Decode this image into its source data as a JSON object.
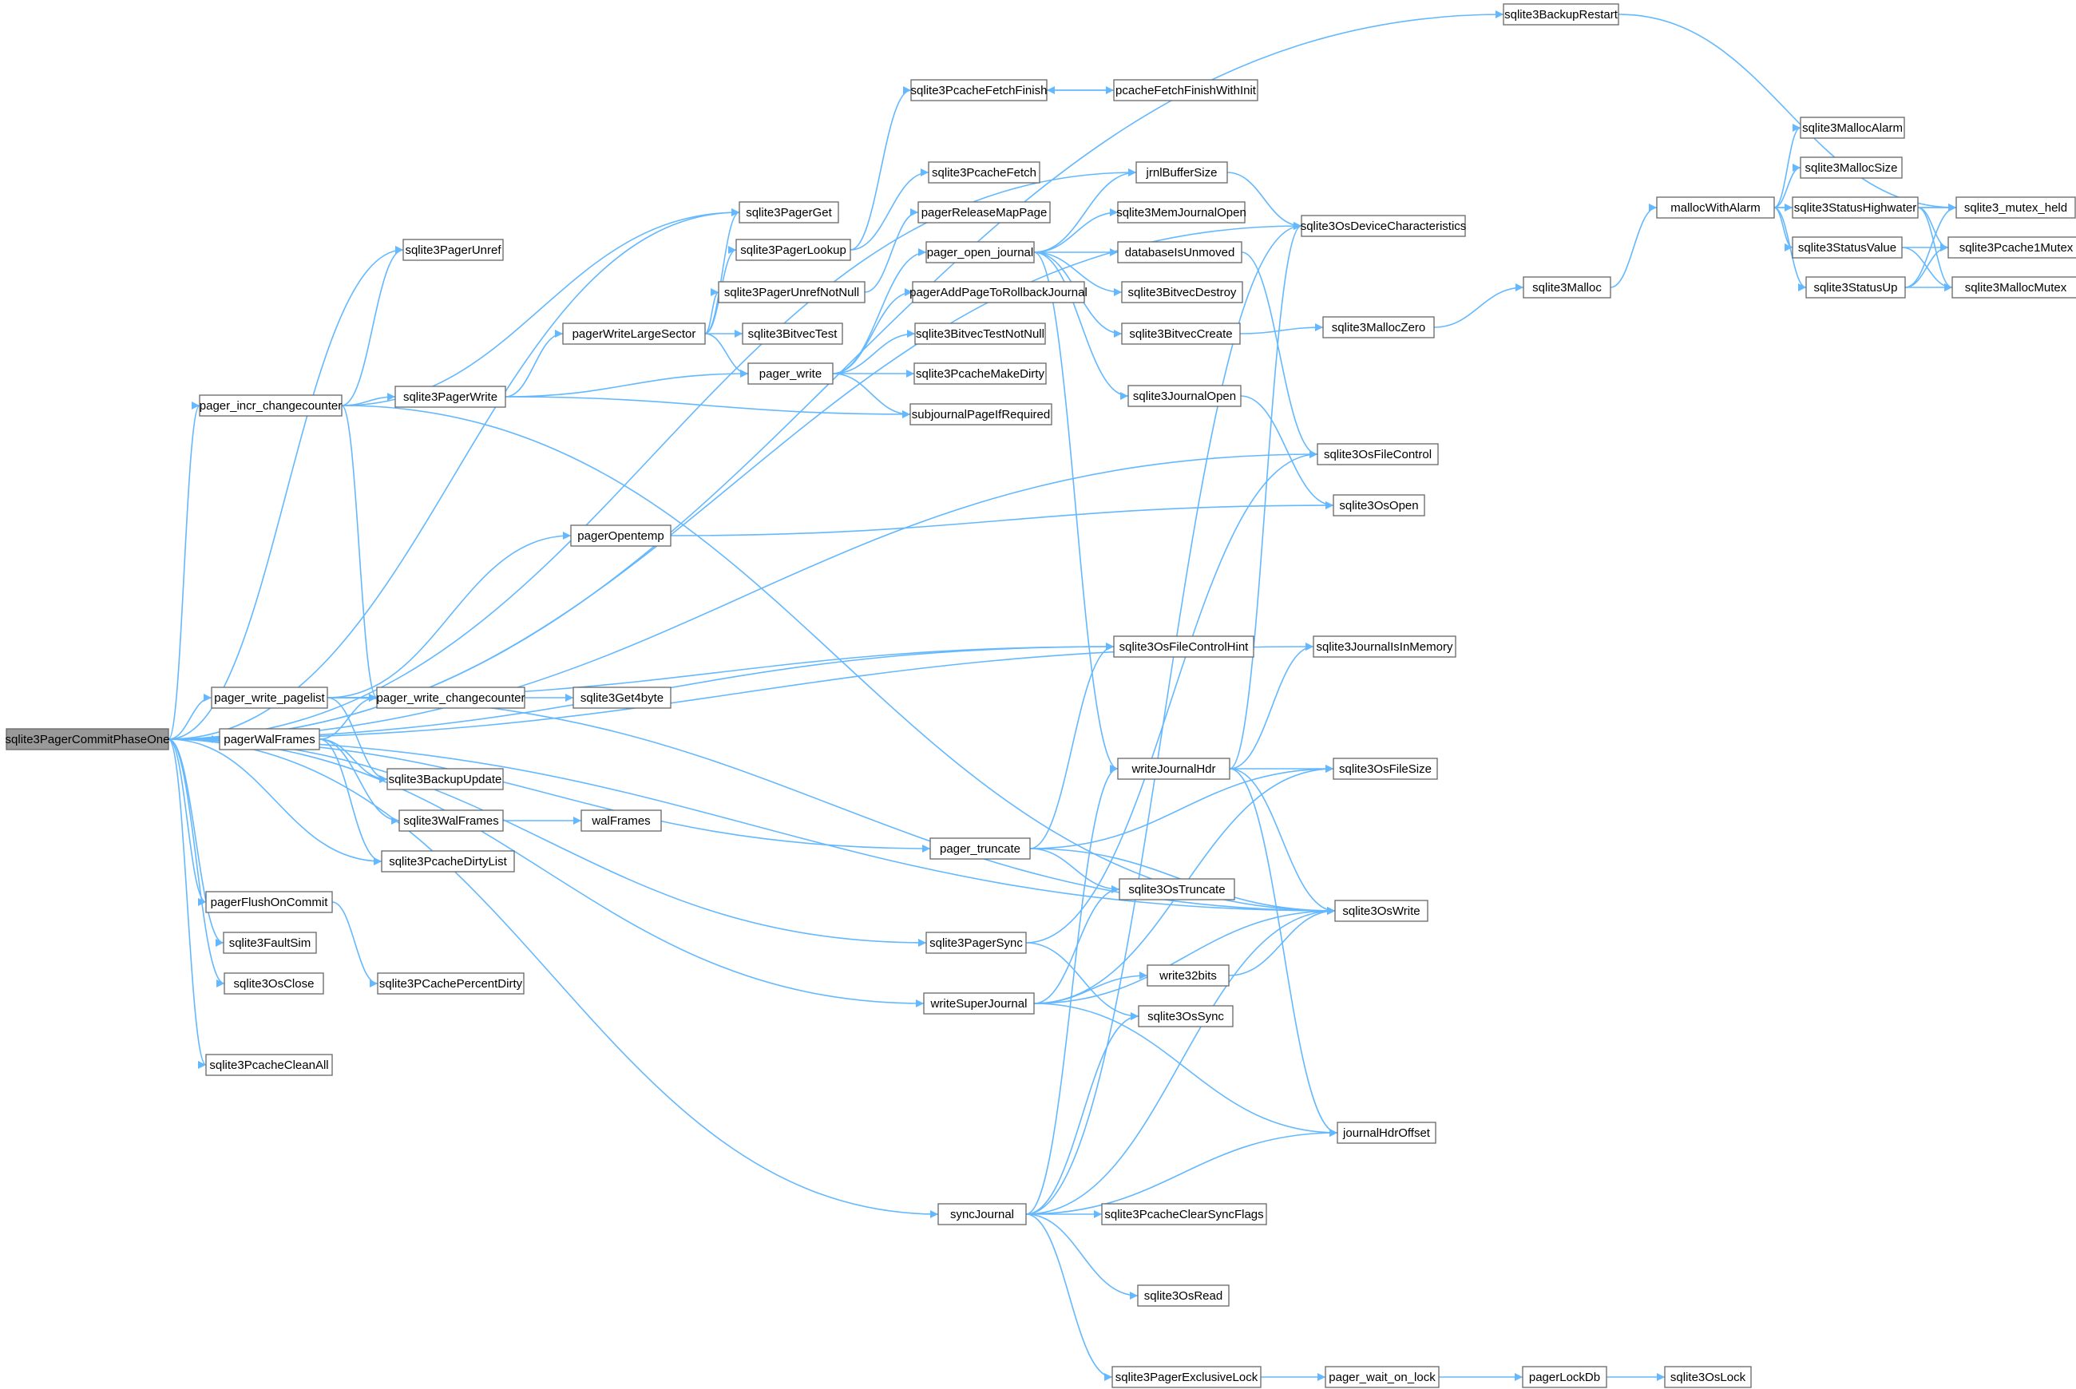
{
  "colors": {
    "edge": "#63B8FF",
    "node_border": "#666666",
    "root_fill": "#999999",
    "node_fill": "#ffffff"
  },
  "root": "sqlite3PagerCommitPhaseOne",
  "nodes": [
    {
      "id": "root",
      "label": "sqlite3PagerCommitPhaseOne"
    },
    {
      "id": "backupRestart",
      "label": "sqlite3BackupRestart"
    },
    {
      "id": "fetchFinish",
      "label": "sqlite3PcacheFetchFinish"
    },
    {
      "id": "fetchFinishInit",
      "label": "pcacheFetchFinishWithInit"
    },
    {
      "id": "jrnlBuf",
      "label": "jrnlBufferSize"
    },
    {
      "id": "pcacheFetch",
      "label": "sqlite3PcacheFetch"
    },
    {
      "id": "pagerGet",
      "label": "sqlite3PagerGet"
    },
    {
      "id": "releaseMap",
      "label": "pagerReleaseMapPage"
    },
    {
      "id": "osDevChar",
      "label": "sqlite3OsDeviceCharacteristics"
    },
    {
      "id": "pagerUnref",
      "label": "sqlite3PagerUnref"
    },
    {
      "id": "pagerLookup",
      "label": "sqlite3PagerLookup"
    },
    {
      "id": "openJournal",
      "label": "pager_open_journal"
    },
    {
      "id": "memJrnlOpen",
      "label": "sqlite3MemJournalOpen"
    },
    {
      "id": "dbUnmoved",
      "label": "databaseIsUnmoved"
    },
    {
      "id": "unrefNotNull",
      "label": "sqlite3PagerUnrefNotNull"
    },
    {
      "id": "addToRollback",
      "label": "pagerAddPageToRollbackJournal"
    },
    {
      "id": "bitvecDestroy",
      "label": "sqlite3BitvecDestroy"
    },
    {
      "id": "writeLarge",
      "label": "pagerWriteLargeSector"
    },
    {
      "id": "bitvecTest",
      "label": "sqlite3BitvecTest"
    },
    {
      "id": "bitvecTestNN",
      "label": "sqlite3BitvecTestNotNull"
    },
    {
      "id": "bitvecCreate",
      "label": "sqlite3BitvecCreate"
    },
    {
      "id": "mallocZero",
      "label": "sqlite3MallocZero"
    },
    {
      "id": "malloc",
      "label": "sqlite3Malloc"
    },
    {
      "id": "mallocWithAlarm",
      "label": "mallocWithAlarm"
    },
    {
      "id": "mallocAlarm",
      "label": "sqlite3MallocAlarm"
    },
    {
      "id": "mallocSize",
      "label": "sqlite3MallocSize"
    },
    {
      "id": "statusHW",
      "label": "sqlite3StatusHighwater"
    },
    {
      "id": "statusValue",
      "label": "sqlite3StatusValue"
    },
    {
      "id": "statusUp",
      "label": "sqlite3StatusUp"
    },
    {
      "id": "mutexHeld",
      "label": "sqlite3_mutex_held"
    },
    {
      "id": "pcache1Mutex",
      "label": "sqlite3Pcache1Mutex"
    },
    {
      "id": "mallocMutex",
      "label": "sqlite3MallocMutex"
    },
    {
      "id": "pagerWrite",
      "label": "pager_write"
    },
    {
      "id": "makeDirty",
      "label": "sqlite3PcacheMakeDirty"
    },
    {
      "id": "incrChange",
      "label": "pager_incr_changecounter"
    },
    {
      "id": "sqlPagerWrite",
      "label": "sqlite3PagerWrite"
    },
    {
      "id": "subjIfReq",
      "label": "subjournalPageIfRequired"
    },
    {
      "id": "jrnlOpen",
      "label": "sqlite3JournalOpen"
    },
    {
      "id": "fileControl",
      "label": "sqlite3OsFileControl"
    },
    {
      "id": "osOpen",
      "label": "sqlite3OsOpen"
    },
    {
      "id": "openTemp",
      "label": "pagerOpentemp"
    },
    {
      "id": "fcHint",
      "label": "sqlite3OsFileControlHint"
    },
    {
      "id": "jrnlInMem",
      "label": "sqlite3JournalIsInMemory"
    },
    {
      "id": "writePagelist",
      "label": "pager_write_pagelist"
    },
    {
      "id": "writeChange",
      "label": "pager_write_changecounter"
    },
    {
      "id": "get4byte",
      "label": "sqlite3Get4byte"
    },
    {
      "id": "walFramesP",
      "label": "pagerWalFrames"
    },
    {
      "id": "writeJrnlHdr",
      "label": "writeJournalHdr"
    },
    {
      "id": "fileSize",
      "label": "sqlite3OsFileSize"
    },
    {
      "id": "backupUpdate",
      "label": "sqlite3BackupUpdate"
    },
    {
      "id": "walFramesS",
      "label": "sqlite3WalFrames"
    },
    {
      "id": "walFrames",
      "label": "walFrames"
    },
    {
      "id": "dirtyList",
      "label": "sqlite3PcacheDirtyList"
    },
    {
      "id": "truncate",
      "label": "pager_truncate"
    },
    {
      "id": "osTruncate",
      "label": "sqlite3OsTruncate"
    },
    {
      "id": "osWrite",
      "label": "sqlite3OsWrite"
    },
    {
      "id": "flushCommit",
      "label": "pagerFlushOnCommit"
    },
    {
      "id": "faultSim",
      "label": "sqlite3FaultSim"
    },
    {
      "id": "pagerSync",
      "label": "sqlite3PagerSync"
    },
    {
      "id": "write32",
      "label": "write32bits"
    },
    {
      "id": "osClose",
      "label": "sqlite3OsClose"
    },
    {
      "id": "percentDirty",
      "label": "sqlite3PCachePercentDirty"
    },
    {
      "id": "superJrnl",
      "label": "writeSuperJournal"
    },
    {
      "id": "osSync",
      "label": "sqlite3OsSync"
    },
    {
      "id": "cleanAll",
      "label": "sqlite3PcacheCleanAll"
    },
    {
      "id": "hdrOffset",
      "label": "journalHdrOffset"
    },
    {
      "id": "syncJrnl",
      "label": "syncJournal"
    },
    {
      "id": "clearSync",
      "label": "sqlite3PcacheClearSyncFlags"
    },
    {
      "id": "osRead",
      "label": "sqlite3OsRead"
    },
    {
      "id": "exclLock",
      "label": "sqlite3PagerExclusiveLock"
    },
    {
      "id": "waitLock",
      "label": "pager_wait_on_lock"
    },
    {
      "id": "lockDb",
      "label": "pagerLockDb"
    },
    {
      "id": "osLock",
      "label": "sqlite3OsLock"
    }
  ],
  "edges": [
    [
      "root",
      "backupRestart"
    ],
    [
      "root",
      "osDevChar"
    ],
    [
      "root",
      "jrnlBuf"
    ],
    [
      "root",
      "pagerGet"
    ],
    [
      "root",
      "pagerUnref"
    ],
    [
      "root",
      "incrChange"
    ],
    [
      "root",
      "fileControl"
    ],
    [
      "root",
      "fcHint"
    ],
    [
      "root",
      "jrnlInMem"
    ],
    [
      "root",
      "writePagelist"
    ],
    [
      "root",
      "walFramesP"
    ],
    [
      "root",
      "dirtyList"
    ],
    [
      "root",
      "truncate"
    ],
    [
      "root",
      "flushCommit"
    ],
    [
      "root",
      "faultSim"
    ],
    [
      "root",
      "osClose"
    ],
    [
      "root",
      "pagerSync"
    ],
    [
      "root",
      "superJrnl"
    ],
    [
      "root",
      "cleanAll"
    ],
    [
      "root",
      "osWrite"
    ],
    [
      "root",
      "syncJrnl"
    ],
    [
      "incrChange",
      "pagerUnref"
    ],
    [
      "incrChange",
      "pagerGet"
    ],
    [
      "incrChange",
      "sqlPagerWrite"
    ],
    [
      "incrChange",
      "writeChange"
    ],
    [
      "incrChange",
      "osWrite"
    ],
    [
      "sqlPagerWrite",
      "writeLarge"
    ],
    [
      "sqlPagerWrite",
      "pagerWrite"
    ],
    [
      "sqlPagerWrite",
      "subjIfReq"
    ],
    [
      "writeLarge",
      "pagerGet"
    ],
    [
      "writeLarge",
      "pagerLookup"
    ],
    [
      "writeLarge",
      "unrefNotNull"
    ],
    [
      "writeLarge",
      "bitvecTest"
    ],
    [
      "writeLarge",
      "pagerWrite"
    ],
    [
      "pagerLookup",
      "fetchFinish"
    ],
    [
      "pagerLookup",
      "pcacheFetch"
    ],
    [
      "unrefNotNull",
      "releaseMap"
    ],
    [
      "fetchFinish",
      "fetchFinishInit"
    ],
    [
      "fetchFinishInit",
      "fetchFinish"
    ],
    [
      "pagerWrite",
      "openJournal"
    ],
    [
      "pagerWrite",
      "addToRollback"
    ],
    [
      "pagerWrite",
      "bitvecTestNN"
    ],
    [
      "pagerWrite",
      "makeDirty"
    ],
    [
      "pagerWrite",
      "subjIfReq"
    ],
    [
      "openJournal",
      "jrnlBuf"
    ],
    [
      "openJournal",
      "memJrnlOpen"
    ],
    [
      "openJournal",
      "dbUnmoved"
    ],
    [
      "openJournal",
      "bitvecDestroy"
    ],
    [
      "openJournal",
      "bitvecCreate"
    ],
    [
      "openJournal",
      "jrnlOpen"
    ],
    [
      "openJournal",
      "writeJrnlHdr"
    ],
    [
      "jrnlBuf",
      "osDevChar"
    ],
    [
      "backupRestart",
      "mutexHeld"
    ],
    [
      "dbUnmoved",
      "fileControl"
    ],
    [
      "bitvecCreate",
      "mallocZero"
    ],
    [
      "mallocZero",
      "malloc"
    ],
    [
      "malloc",
      "mallocWithAlarm"
    ],
    [
      "mallocWithAlarm",
      "mallocAlarm"
    ],
    [
      "mallocWithAlarm",
      "mallocSize"
    ],
    [
      "mallocWithAlarm",
      "statusHW"
    ],
    [
      "mallocWithAlarm",
      "statusValue"
    ],
    [
      "mallocWithAlarm",
      "statusUp"
    ],
    [
      "mallocWithAlarm",
      "mutexHeld"
    ],
    [
      "statusHW",
      "mutexHeld"
    ],
    [
      "statusHW",
      "pcache1Mutex"
    ],
    [
      "statusHW",
      "mallocMutex"
    ],
    [
      "statusValue",
      "pcache1Mutex"
    ],
    [
      "statusValue",
      "mallocMutex"
    ],
    [
      "statusUp",
      "mutexHeld"
    ],
    [
      "statusUp",
      "pcache1Mutex"
    ],
    [
      "statusUp",
      "mallocMutex"
    ],
    [
      "jrnlOpen",
      "osOpen"
    ],
    [
      "openTemp",
      "osOpen"
    ],
    [
      "writePagelist",
      "openTemp"
    ],
    [
      "writePagelist",
      "fcHint"
    ],
    [
      "writePagelist",
      "writeChange"
    ],
    [
      "writePagelist",
      "backupUpdate"
    ],
    [
      "writePagelist",
      "osWrite"
    ],
    [
      "writeChange",
      "get4byte"
    ],
    [
      "walFramesP",
      "writeChange"
    ],
    [
      "walFramesP",
      "backupUpdate"
    ],
    [
      "walFramesP",
      "walFramesS"
    ],
    [
      "walFramesP",
      "dirtyList"
    ],
    [
      "walFramesS",
      "walFrames"
    ],
    [
      "writeJrnlHdr",
      "osDevChar"
    ],
    [
      "writeJrnlHdr",
      "jrnlInMem"
    ],
    [
      "writeJrnlHdr",
      "fileSize"
    ],
    [
      "writeJrnlHdr",
      "osWrite"
    ],
    [
      "writeJrnlHdr",
      "hdrOffset"
    ],
    [
      "truncate",
      "fcHint"
    ],
    [
      "truncate",
      "fileSize"
    ],
    [
      "truncate",
      "osTruncate"
    ],
    [
      "truncate",
      "osWrite"
    ],
    [
      "flushCommit",
      "percentDirty"
    ],
    [
      "pagerSync",
      "fileControl"
    ],
    [
      "pagerSync",
      "osSync"
    ],
    [
      "write32",
      "osWrite"
    ],
    [
      "superJrnl",
      "osTruncate"
    ],
    [
      "superJrnl",
      "write32"
    ],
    [
      "superJrnl",
      "fileSize"
    ],
    [
      "superJrnl",
      "osWrite"
    ],
    [
      "superJrnl",
      "hdrOffset"
    ],
    [
      "syncJrnl",
      "writeJrnlHdr"
    ],
    [
      "syncJrnl",
      "osDevChar"
    ],
    [
      "syncJrnl",
      "osSync"
    ],
    [
      "syncJrnl",
      "hdrOffset"
    ],
    [
      "syncJrnl",
      "clearSync"
    ],
    [
      "syncJrnl",
      "osRead"
    ],
    [
      "syncJrnl",
      "osWrite"
    ],
    [
      "syncJrnl",
      "exclLock"
    ],
    [
      "exclLock",
      "waitLock"
    ],
    [
      "waitLock",
      "lockDb"
    ],
    [
      "lockDb",
      "osLock"
    ]
  ]
}
